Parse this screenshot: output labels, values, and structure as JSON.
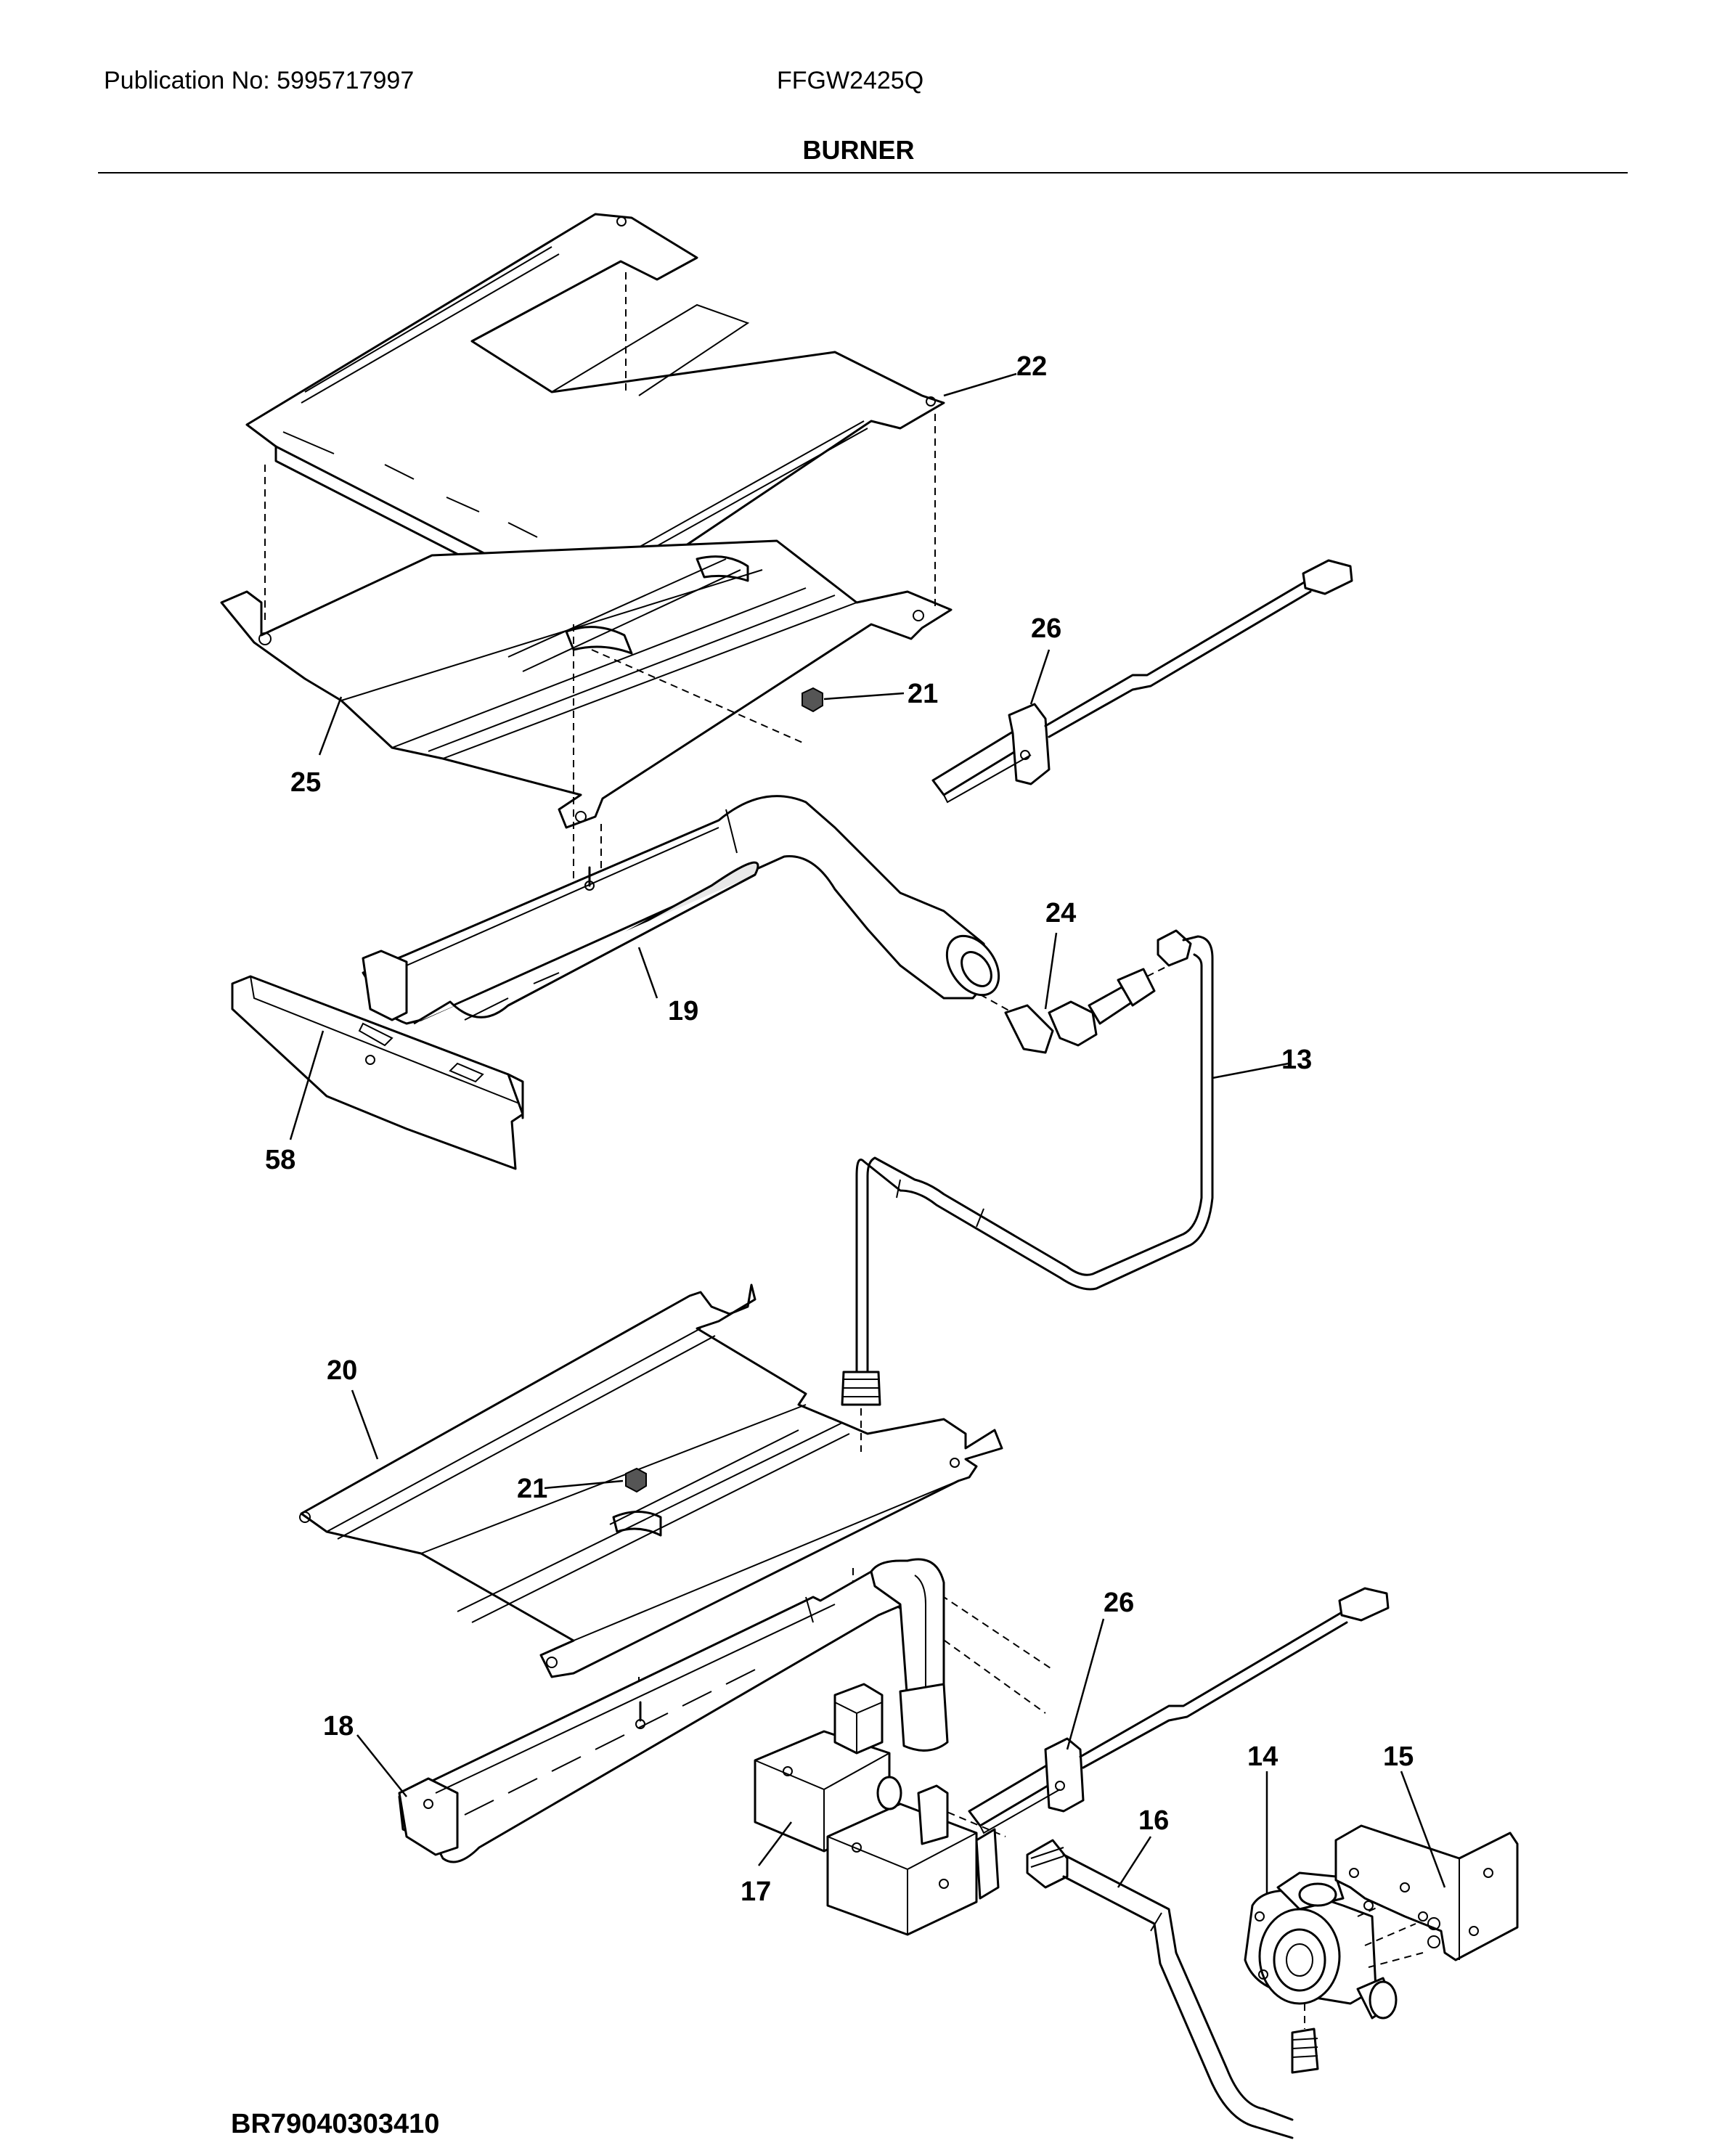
{
  "header": {
    "publication": "Publication No: 5995717997",
    "model": "FFGW2425Q",
    "section_title": "BURNER"
  },
  "footer": {
    "drawing_code": "BR79040303410"
  },
  "callouts": {
    "c22": "22",
    "c26a": "26",
    "c21a": "21",
    "c25": "25",
    "c24": "24",
    "c19": "19",
    "c13": "13",
    "c58": "58",
    "c20": "20",
    "c21b": "21",
    "c26b": "26",
    "c18": "18",
    "c14": "14",
    "c15": "15",
    "c16": "16",
    "c17": "17"
  }
}
